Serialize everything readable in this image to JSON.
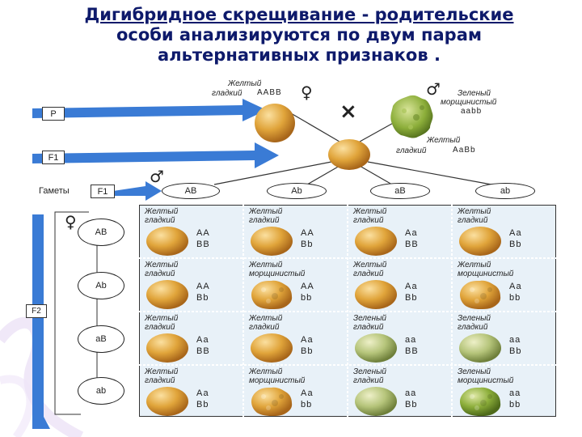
{
  "title_line1": "Дигибридное скрещивание - родительские",
  "title_line2": "особи анализируются по двум парам",
  "title_line3": "альтернативных признаков .",
  "labels": {
    "p": "P",
    "f1": "F1",
    "gametes": "Гаметы",
    "f1_box": "F1",
    "f2": "F2"
  },
  "parents": {
    "female_phenotype_1": "Желтый",
    "female_phenotype_2": "гладкий",
    "female_genotype": "ААВВ",
    "male_phenotype_1": "Зеленый",
    "male_phenotype_2": "морщинистый",
    "male_genotype": "ааbb",
    "cross_symbol": "×",
    "female_symbol": "♀",
    "male_symbol": "♂"
  },
  "f1": {
    "phenotype_1": "Желтый",
    "phenotype_2": "гладкий",
    "genotype": "АаВb"
  },
  "male_gametes": [
    "АВ",
    "Аb",
    "аВ",
    "аb"
  ],
  "female_gametes": [
    "АВ",
    "Аb",
    "аВ",
    "аb"
  ],
  "grid": [
    [
      {
        "p1": "Желтый",
        "p2": "гладкий",
        "g1": "АА",
        "g2": "ВВ",
        "color": "yellow",
        "wrinkled": false
      },
      {
        "p1": "Желтый",
        "p2": "гладкий",
        "g1": "АА",
        "g2": "Вb",
        "color": "yellow",
        "wrinkled": false
      },
      {
        "p1": "Желтый",
        "p2": "гладкий",
        "g1": "Аа",
        "g2": "ВВ",
        "color": "yellow",
        "wrinkled": false
      },
      {
        "p1": "Желтый",
        "p2": "гладкий",
        "g1": "Аа",
        "g2": "Вb",
        "color": "yellow",
        "wrinkled": false
      }
    ],
    [
      {
        "p1": "Желтый",
        "p2": "гладкий",
        "g1": "АА",
        "g2": "Вb",
        "color": "yellow",
        "wrinkled": false
      },
      {
        "p1": "Желтый",
        "p2": "морщинистый",
        "g1": "АА",
        "g2": "bb",
        "color": "yellow",
        "wrinkled": true
      },
      {
        "p1": "Желтый",
        "p2": "гладкий",
        "g1": "Аа",
        "g2": "Вb",
        "color": "yellow",
        "wrinkled": false
      },
      {
        "p1": "Желтый",
        "p2": "морщинистый",
        "g1": "Аа",
        "g2": "bb",
        "color": "yellow",
        "wrinkled": true
      }
    ],
    [
      {
        "p1": "Желтый",
        "p2": "гладкий",
        "g1": "Аа",
        "g2": "ВВ",
        "color": "yellow",
        "wrinkled": false
      },
      {
        "p1": "Желтый",
        "p2": "гладкий",
        "g1": "Аа",
        "g2": "Вb",
        "color": "yellow",
        "wrinkled": false
      },
      {
        "p1": "Зеленый",
        "p2": "гладкий",
        "g1": "аа",
        "g2": "ВВ",
        "color": "green",
        "wrinkled": false
      },
      {
        "p1": "Зеленый",
        "p2": "гладкий",
        "g1": "аа",
        "g2": "Вb",
        "color": "green",
        "wrinkled": false
      }
    ],
    [
      {
        "p1": "Желтый",
        "p2": "гладкий",
        "g1": "Аа",
        "g2": "Вb",
        "color": "yellow",
        "wrinkled": false
      },
      {
        "p1": "Желтый",
        "p2": "морщинистый",
        "g1": "Аа",
        "g2": "bb",
        "color": "yellow",
        "wrinkled": true
      },
      {
        "p1": "Зеленый",
        "p2": "гладкий",
        "g1": "аа",
        "g2": "Вb",
        "color": "green",
        "wrinkled": false
      },
      {
        "p1": "Зеленый",
        "p2": "морщинистый",
        "g1": "аа",
        "g2": "bb",
        "color": "green",
        "wrinkled": true
      }
    ]
  ],
  "colors": {
    "title": "#0e1a6b",
    "arrow_blue": "#3a7bd5",
    "pea_yellow": "#e0a43a",
    "pea_green": "#b5c47a",
    "pea_green_wrinkled": "#8cae3a"
  }
}
